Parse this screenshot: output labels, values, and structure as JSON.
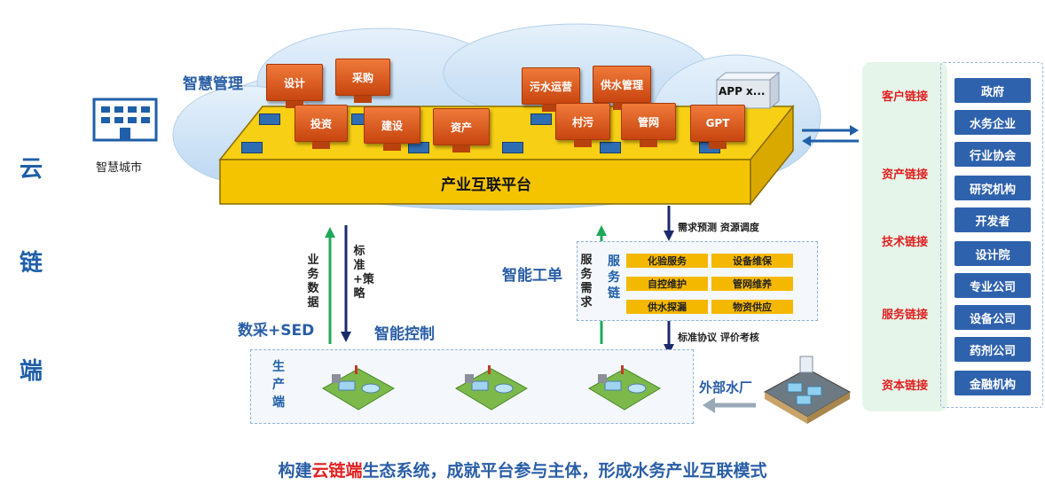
{
  "side_labels": [
    "云",
    "链",
    "端"
  ],
  "smart_city": {
    "label": "智慧城市"
  },
  "smart_management": "智慧管理",
  "platform": {
    "title": "产业互联平台"
  },
  "modules_back": [
    "设计",
    "采购",
    "污水运营",
    "供水管理"
  ],
  "modules_front": [
    "投资",
    "建设",
    "资产",
    "村污",
    "管网",
    "GPT"
  ],
  "app_box": "APP x...",
  "flow_labels": {
    "business_data": "业务数据",
    "standard_strategy": "标准+策略",
    "data_sed": "数采+SED",
    "smart_control": "智能控制",
    "smart_workorder": "智能工单",
    "service_demand": "服务需求",
    "demand_forecast": "需求预测 资源调度",
    "standard_protocol": "标准协议 评价考核",
    "external_plant": "外部水厂"
  },
  "service_chain": {
    "title": "服务链",
    "items": [
      "化验服务",
      "设备维保",
      "自控维护",
      "管网维养",
      "供水探漏",
      "物资供应"
    ]
  },
  "production_end": "生产端",
  "chain_links": [
    "客户链接",
    "资产链接",
    "技术链接",
    "服务链接",
    "资本链接"
  ],
  "organizations": [
    "政府",
    "水务企业",
    "行业协会",
    "研究机构",
    "开发者",
    "设计院",
    "专业公司",
    "设备公司",
    "药剂公司",
    "金融机构"
  ],
  "footer": {
    "prefix": "构建",
    "highlight": "云链端",
    "suffix": "生态系统，成就平台参与主体，形成水务产业互联模式"
  },
  "colors": {
    "blue": "#2a5ea6",
    "orange": "#e2651f",
    "yellow": "#f5c400",
    "red": "#e02020",
    "green": "#1fa85a",
    "navy": "#1b2a6b"
  }
}
